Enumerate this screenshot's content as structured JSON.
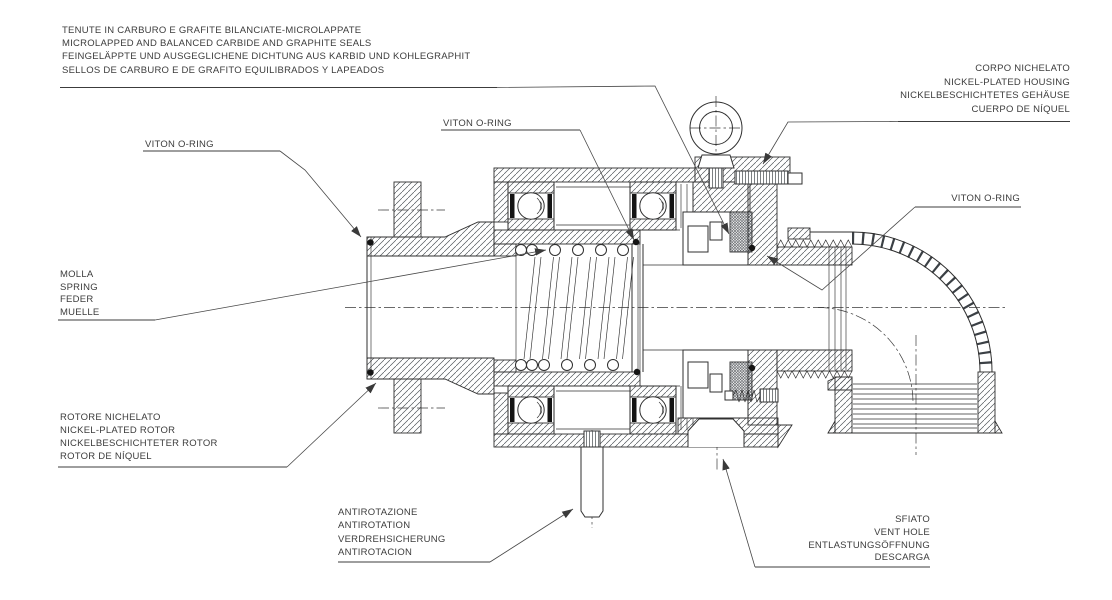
{
  "colors": {
    "background": "#ffffff",
    "line": "#2f2f2f",
    "text": "#3c3c3c"
  },
  "labels": {
    "seals": {
      "lines": [
        "TENUTE IN CARBURO E GRAFITE BILANCIATE-MICROLAPPATE",
        "MICROLAPPED AND BALANCED CARBIDE AND GRAPHITE SEALS",
        "FEINGELÄPPTE UND AUSGEGLICHENE DICHTUNG AUS KARBID UND KOHLEGRAPHIT",
        "SELLOS DE CARBURO E DE GRAFITO EQUILIBRADOS Y LAPEADOS"
      ]
    },
    "housing": {
      "lines": [
        "CORPO NICHELATO",
        "NICKEL-PLATED HOUSING",
        "NICKELBESCHICHTETES GEHÄUSE",
        "CUERPO DE NÍQUEL"
      ]
    },
    "viton_left": {
      "lines": [
        "VITON O-RING"
      ]
    },
    "viton_center": {
      "lines": [
        "VITON O-RING"
      ]
    },
    "viton_right": {
      "lines": [
        "VITON O-RING"
      ]
    },
    "spring": {
      "lines": [
        "MOLLA",
        "SPRING",
        "FEDER",
        "MUELLE"
      ]
    },
    "rotor": {
      "lines": [
        "ROTORE NICHELATO",
        "NICKEL-PLATED ROTOR",
        "NICKELBESCHICHTETER ROTOR",
        "ROTOR DE NÍQUEL"
      ]
    },
    "antirotation": {
      "lines": [
        "ANTIROTAZIONE",
        "ANTIROTATION",
        "VERDREHSICHERUNG",
        "ANTIROTACION"
      ]
    },
    "vent": {
      "lines": [
        "SFIATO",
        "VENT HOLE",
        "ENTLASTUNGSÖFFNUNG",
        "DESCARGA"
      ]
    }
  }
}
